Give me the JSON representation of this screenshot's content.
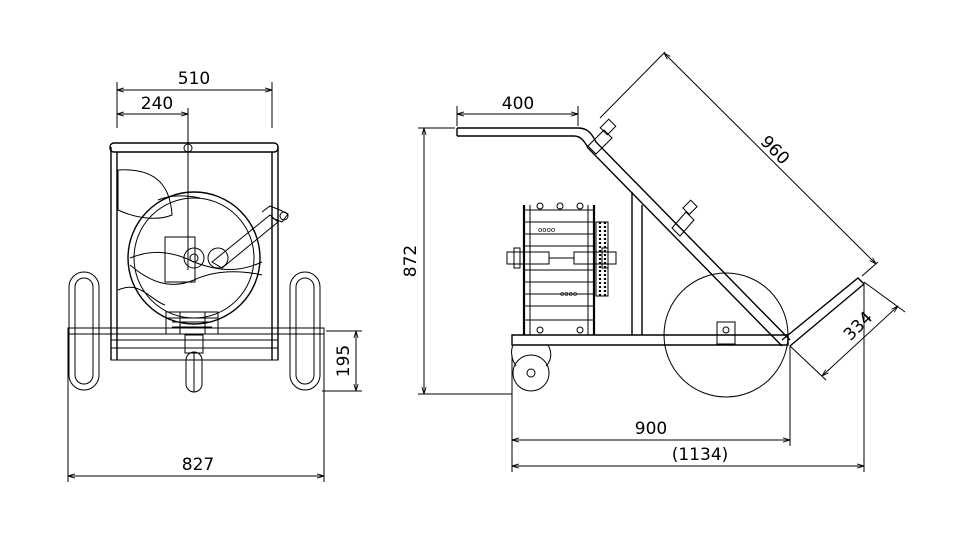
{
  "front_view": {
    "dims": {
      "overall_reel_width": "510",
      "offset_width": "240",
      "track_width": "827",
      "ground_clearance": "195"
    }
  },
  "side_view": {
    "dims": {
      "handle_length": "400",
      "overall_height": "872",
      "diagonal_length": "960",
      "plate_depth": "334",
      "wheelbase": "900",
      "overall_length": "(1134)"
    }
  },
  "colors": {
    "line": "#000000",
    "background": "#ffffff"
  }
}
